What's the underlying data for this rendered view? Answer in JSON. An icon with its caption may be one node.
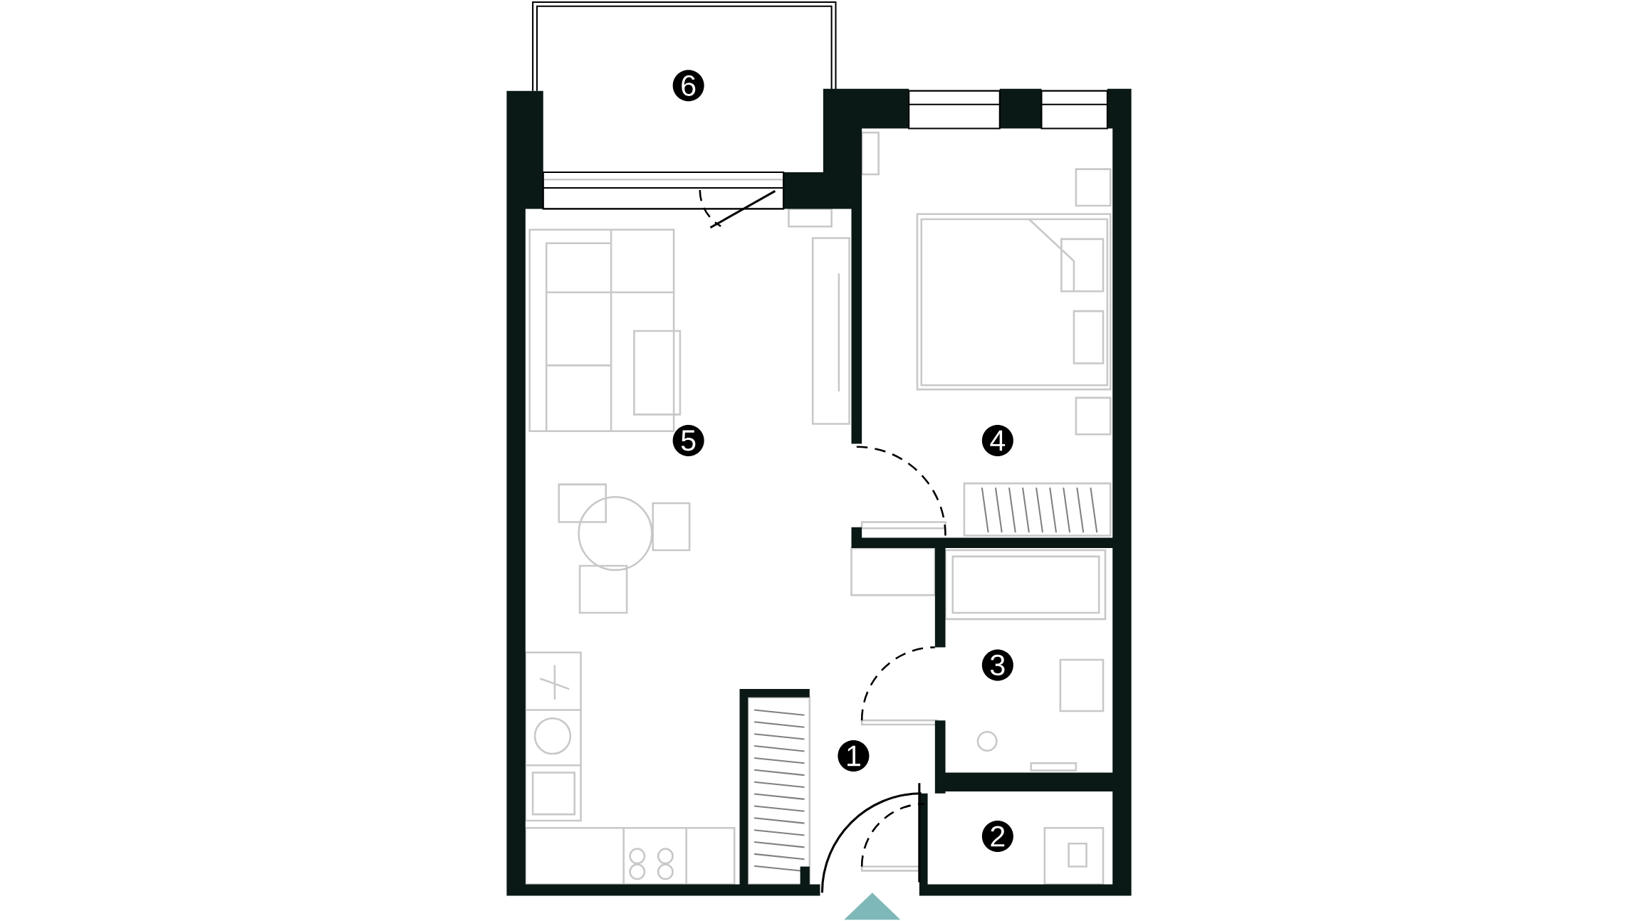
{
  "diagram": {
    "labels": [
      "6",
      "5",
      "4",
      "3",
      "1",
      "2"
    ]
  }
}
